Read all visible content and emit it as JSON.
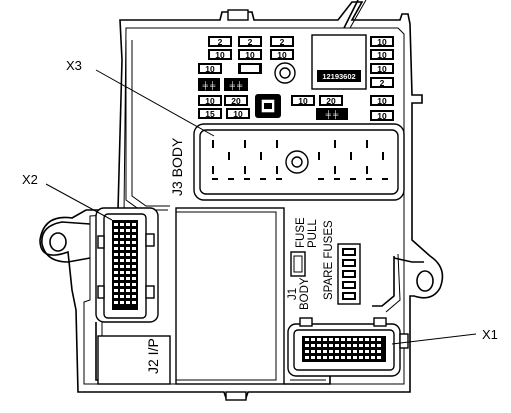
{
  "callouts": {
    "x3": "X3",
    "x2": "X2",
    "x1": "X1"
  },
  "connector_labels": {
    "j3": "J3 BODY",
    "j2": "J2 I/P",
    "j1_line1": "J1",
    "j1_line2": "BODY"
  },
  "fuse_pull": {
    "line1": "FUSE",
    "line2": "PULL"
  },
  "spare_fuses": "SPARE FUSES",
  "relay_part_number": "12193602",
  "fuses": [
    {
      "id": "f1",
      "label": "2"
    },
    {
      "id": "f2",
      "label": "2"
    },
    {
      "id": "f3",
      "label": "2"
    },
    {
      "id": "f4",
      "label": "10"
    },
    {
      "id": "f5",
      "label": "10"
    },
    {
      "id": "f6",
      "label": "10"
    },
    {
      "id": "f7",
      "label": "10"
    },
    {
      "id": "f8",
      "label": "10"
    },
    {
      "id": "f9",
      "label": "10"
    },
    {
      "id": "f10",
      "label": "2"
    },
    {
      "id": "f11",
      "label": "10"
    },
    {
      "id": "f12",
      "label": "10"
    },
    {
      "id": "f13",
      "label": "20"
    },
    {
      "id": "f14",
      "label": "10"
    },
    {
      "id": "f15",
      "label": "20"
    },
    {
      "id": "f16",
      "label": "10"
    },
    {
      "id": "f17",
      "label": "15"
    },
    {
      "id": "f18",
      "label": "10"
    },
    {
      "id": "f19",
      "label": "10"
    }
  ]
}
